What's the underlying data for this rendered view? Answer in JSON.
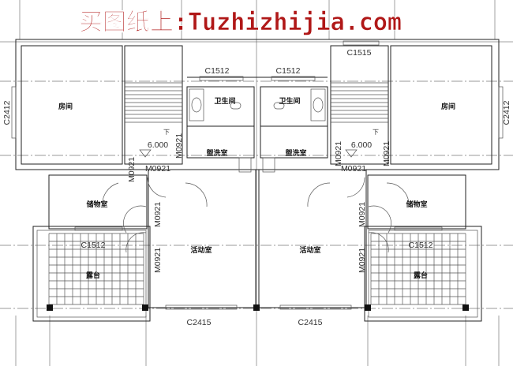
{
  "watermark": "买图纸上:Tuzhizhijia.com",
  "rooms": {
    "bedroom": "房间",
    "bathroom": "卫生间",
    "washroom": "盥洗室",
    "storage": "储物室",
    "activity": "活动室",
    "terrace": "露台"
  },
  "codes": {
    "window_bath": "C1512",
    "window_side": "C2412",
    "window_front": "C2415",
    "window_top": "C1515",
    "window_storage": "C1512",
    "door": "M0921"
  },
  "stair": {
    "elevation": "6.000",
    "down": "下"
  },
  "colors": {
    "watermark": "#b01818",
    "lines": "#222222"
  }
}
